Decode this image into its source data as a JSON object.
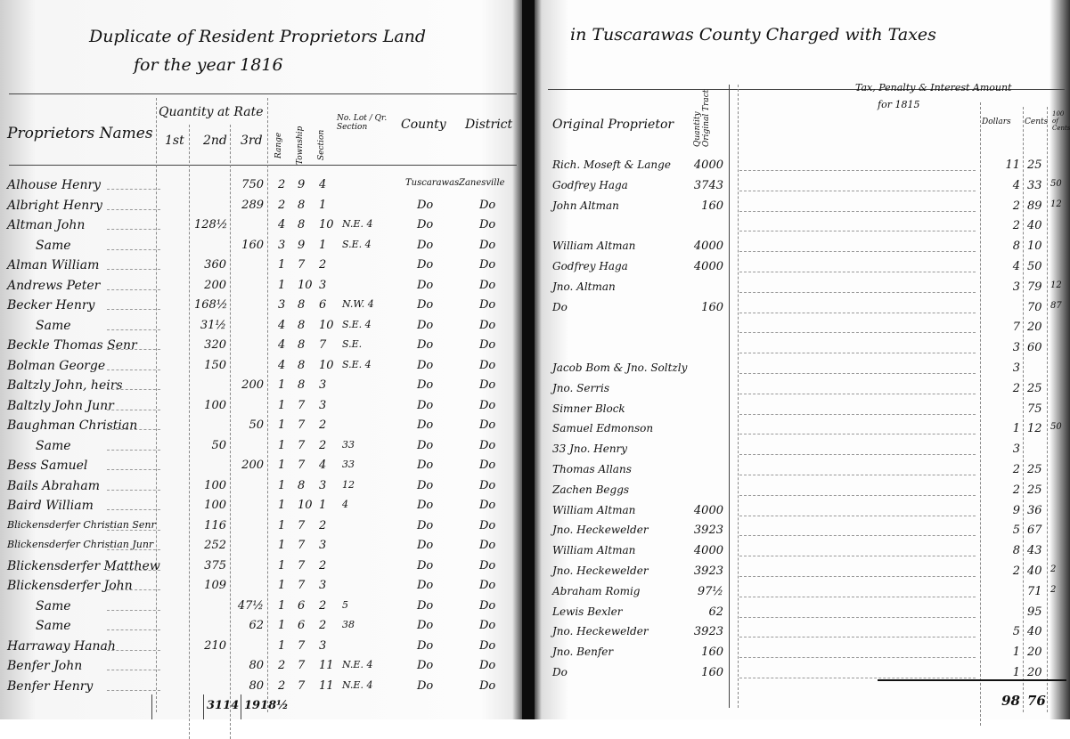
{
  "header": {
    "title_line1": "Duplicate of Resident Proprietors Land",
    "title_line2": "for the year 1816",
    "title_right": "in Tuscarawas County Charged with Taxes"
  },
  "columns": {
    "names": "Proprietors Names",
    "quantity_at_rate": "Quantity at Rate",
    "first": "1st",
    "second": "2nd",
    "third": "3rd",
    "range": "Range",
    "township": "Township",
    "section": "Section",
    "lot": "No. Lot / Qr. Section",
    "county": "County",
    "district": "District",
    "original_proprietor": "Original Proprietor",
    "original_tract": "Quantity Original Tract",
    "tax_header": "Tax, Penalty & Interest Amount",
    "tax_year": "for 1815",
    "dollars": "Dollars",
    "cents": "Cents",
    "hundredths": "100 of Cents"
  },
  "left_rows": [
    {
      "name": "Alhouse Henry",
      "q1": "",
      "q2": "",
      "q3": "750",
      "range": "2",
      "twp": "9",
      "sec": "4",
      "lot": "",
      "county": "Tuscarawas",
      "district": "Zanesville"
    },
    {
      "name": "Albright Henry",
      "q1": "",
      "q2": "",
      "q3": "289",
      "range": "2",
      "twp": "8",
      "sec": "1",
      "lot": "",
      "county": "Do",
      "district": "Do"
    },
    {
      "name": "Altman John",
      "q1": "",
      "q2": "128½",
      "q3": "",
      "range": "4",
      "twp": "8",
      "sec": "10",
      "lot": "N.E. 4",
      "county": "Do",
      "district": "Do"
    },
    {
      "name": "Same",
      "q1": "",
      "q2": "",
      "q3": "160",
      "range": "3",
      "twp": "9",
      "sec": "1",
      "lot": "S.E. 4",
      "county": "Do",
      "district": "Do"
    },
    {
      "name": "Alman William",
      "q1": "",
      "q2": "360",
      "q3": "",
      "range": "1",
      "twp": "7",
      "sec": "2",
      "lot": "",
      "county": "Do",
      "district": "Do"
    },
    {
      "name": "Andrews Peter",
      "q1": "",
      "q2": "200",
      "q3": "",
      "range": "1",
      "twp": "10",
      "sec": "3",
      "lot": "",
      "county": "Do",
      "district": "Do"
    },
    {
      "name": "Becker Henry",
      "q1": "",
      "q2": "168½",
      "q3": "",
      "range": "3",
      "twp": "8",
      "sec": "6",
      "lot": "N.W. 4",
      "county": "Do",
      "district": "Do"
    },
    {
      "name": "Same",
      "q1": "",
      "q2": "31½",
      "q3": "",
      "range": "4",
      "twp": "8",
      "sec": "10",
      "lot": "S.E. 4",
      "county": "Do",
      "district": "Do"
    },
    {
      "name": "Beckle Thomas Senr",
      "q1": "",
      "q2": "320",
      "q3": "",
      "range": "4",
      "twp": "8",
      "sec": "7",
      "lot": "S.E.",
      "county": "Do",
      "district": "Do"
    },
    {
      "name": "Bolman George",
      "q1": "",
      "q2": "150",
      "q3": "",
      "range": "4",
      "twp": "8",
      "sec": "10",
      "lot": "S.E. 4",
      "county": "Do",
      "district": "Do"
    },
    {
      "name": "Baltzly John, heirs",
      "q1": "",
      "q2": "",
      "q3": "200",
      "range": "1",
      "twp": "8",
      "sec": "3",
      "lot": "",
      "county": "Do",
      "district": "Do"
    },
    {
      "name": "Baltzly John Junr",
      "q1": "",
      "q2": "100",
      "q3": "",
      "range": "1",
      "twp": "7",
      "sec": "3",
      "lot": "",
      "county": "Do",
      "district": "Do"
    },
    {
      "name": "Baughman Christian",
      "q1": "",
      "q2": "",
      "q3": "50",
      "range": "1",
      "twp": "7",
      "sec": "2",
      "lot": "",
      "county": "Do",
      "district": "Do"
    },
    {
      "name": "Same",
      "q1": "",
      "q2": "50",
      "q3": "",
      "range": "1",
      "twp": "7",
      "sec": "2",
      "lot": "33",
      "county": "Do",
      "district": "Do"
    },
    {
      "name": "Bess Samuel",
      "q1": "",
      "q2": "",
      "q3": "200",
      "range": "1",
      "twp": "7",
      "sec": "4",
      "lot": "33",
      "county": "Do",
      "district": "Do"
    },
    {
      "name": "Bails Abraham",
      "q1": "",
      "q2": "100",
      "q3": "",
      "range": "1",
      "twp": "8",
      "sec": "3",
      "lot": "12",
      "county": "Do",
      "district": "Do"
    },
    {
      "name": "Baird William",
      "q1": "",
      "q2": "100",
      "q3": "",
      "range": "1",
      "twp": "10",
      "sec": "1",
      "lot": "4",
      "county": "Do",
      "district": "Do"
    },
    {
      "name": "Blickensderfer Christian Senr",
      "q1": "",
      "q2": "116",
      "q3": "",
      "range": "1",
      "twp": "7",
      "sec": "2",
      "lot": "",
      "county": "Do",
      "district": "Do"
    },
    {
      "name": "Blickensderfer Christian Junr",
      "q1": "",
      "q2": "252",
      "q3": "",
      "range": "1",
      "twp": "7",
      "sec": "3",
      "lot": "",
      "county": "Do",
      "district": "Do"
    },
    {
      "name": "Blickensderfer Matthew",
      "q1": "",
      "q2": "375",
      "q3": "",
      "range": "1",
      "twp": "7",
      "sec": "2",
      "lot": "",
      "county": "Do",
      "district": "Do"
    },
    {
      "name": "Blickensderfer John",
      "q1": "",
      "q2": "109",
      "q3": "",
      "range": "1",
      "twp": "7",
      "sec": "3",
      "lot": "",
      "county": "Do",
      "district": "Do"
    },
    {
      "name": "Same",
      "q1": "",
      "q2": "",
      "q3": "47½",
      "range": "1",
      "twp": "6",
      "sec": "2",
      "lot": "5",
      "county": "Do",
      "district": "Do"
    },
    {
      "name": "Same",
      "q1": "",
      "q2": "",
      "q3": "62",
      "range": "1",
      "twp": "6",
      "sec": "2",
      "lot": "38",
      "county": "Do",
      "district": "Do"
    },
    {
      "name": "Harraway Hanah",
      "q1": "",
      "q2": "210",
      "q3": "",
      "range": "1",
      "twp": "7",
      "sec": "3",
      "lot": "",
      "county": "Do",
      "district": "Do"
    },
    {
      "name": "Benfer John",
      "q1": "",
      "q2": "",
      "q3": "80",
      "range": "2",
      "twp": "7",
      "sec": "11",
      "lot": "N.E. 4",
      "county": "Do",
      "district": "Do"
    },
    {
      "name": "Benfer Henry",
      "q1": "",
      "q2": "",
      "q3": "80",
      "range": "2",
      "twp": "7",
      "sec": "11",
      "lot": "N.E. 4",
      "county": "Do",
      "district": "Do"
    }
  ],
  "left_totals": {
    "q2": "3114",
    "q3": "1918½"
  },
  "right_rows": [
    {
      "orig": "Rich. Moseft & Lange",
      "tract": "4000",
      "dollars": "11",
      "cents": "25",
      "hund": ""
    },
    {
      "orig": "Godfrey Haga",
      "tract": "3743",
      "dollars": "4",
      "cents": "33",
      "hund": "50"
    },
    {
      "orig": "John Altman",
      "tract": "160",
      "dollars": "2",
      "cents": "89",
      "hund": "12"
    },
    {
      "orig": "",
      "tract": "",
      "dollars": "2",
      "cents": "40",
      "hund": ""
    },
    {
      "orig": "William Altman",
      "tract": "4000",
      "dollars": "8",
      "cents": "10",
      "hund": ""
    },
    {
      "orig": "Godfrey Haga",
      "tract": "4000",
      "dollars": "4",
      "cents": "50",
      "hund": ""
    },
    {
      "orig": "Jno. Altman",
      "tract": "",
      "dollars": "3",
      "cents": "79",
      "hund": "12"
    },
    {
      "orig": "Do",
      "tract": "160",
      "dollars": "",
      "cents": "70",
      "hund": "87"
    },
    {
      "orig": "",
      "tract": "",
      "dollars": "7",
      "cents": "20",
      "hund": ""
    },
    {
      "orig": "",
      "tract": "",
      "dollars": "3",
      "cents": "60",
      "hund": ""
    },
    {
      "orig": "Jacob Bom & Jno. Soltzly",
      "tract": "",
      "dollars": "3",
      "cents": "",
      "hund": ""
    },
    {
      "orig": "Jno. Serris",
      "tract": "",
      "dollars": "2",
      "cents": "25",
      "hund": ""
    },
    {
      "orig": "Simner Block",
      "tract": "",
      "dollars": "",
      "cents": "75",
      "hund": ""
    },
    {
      "orig": "Samuel Edmonson",
      "tract": "",
      "dollars": "1",
      "cents": "12",
      "hund": "50"
    },
    {
      "orig": "33 Jno. Henry",
      "tract": "",
      "dollars": "3",
      "cents": "",
      "hund": ""
    },
    {
      "orig": "Thomas Allans",
      "tract": "",
      "dollars": "2",
      "cents": "25",
      "hund": ""
    },
    {
      "orig": "Zachen Beggs",
      "tract": "",
      "dollars": "2",
      "cents": "25",
      "hund": ""
    },
    {
      "orig": "William Altman",
      "tract": "4000",
      "dollars": "9",
      "cents": "36",
      "hund": ""
    },
    {
      "orig": "Jno. Heckewelder",
      "tract": "3923",
      "dollars": "5",
      "cents": "67",
      "hund": ""
    },
    {
      "orig": "William Altman",
      "tract": "4000",
      "dollars": "8",
      "cents": "43",
      "hund": ""
    },
    {
      "orig": "Jno. Heckewelder",
      "tract": "3923",
      "dollars": "2",
      "cents": "40",
      "hund": "2"
    },
    {
      "orig": "Abraham Romig",
      "tract": "97½",
      "dollars": "",
      "cents": "71",
      "hund": "2"
    },
    {
      "orig": "Lewis Bexler",
      "tract": "62",
      "dollars": "",
      "cents": "95",
      "hund": ""
    },
    {
      "orig": "Jno. Heckewelder",
      "tract": "3923",
      "dollars": "5",
      "cents": "40",
      "hund": ""
    },
    {
      "orig": "Jno. Benfer",
      "tract": "160",
      "dollars": "1",
      "cents": "20",
      "hund": ""
    },
    {
      "orig": "Do",
      "tract": "160",
      "dollars": "1",
      "cents": "20",
      "hund": ""
    }
  ],
  "right_total": {
    "dollars": "98",
    "cents": "76"
  }
}
